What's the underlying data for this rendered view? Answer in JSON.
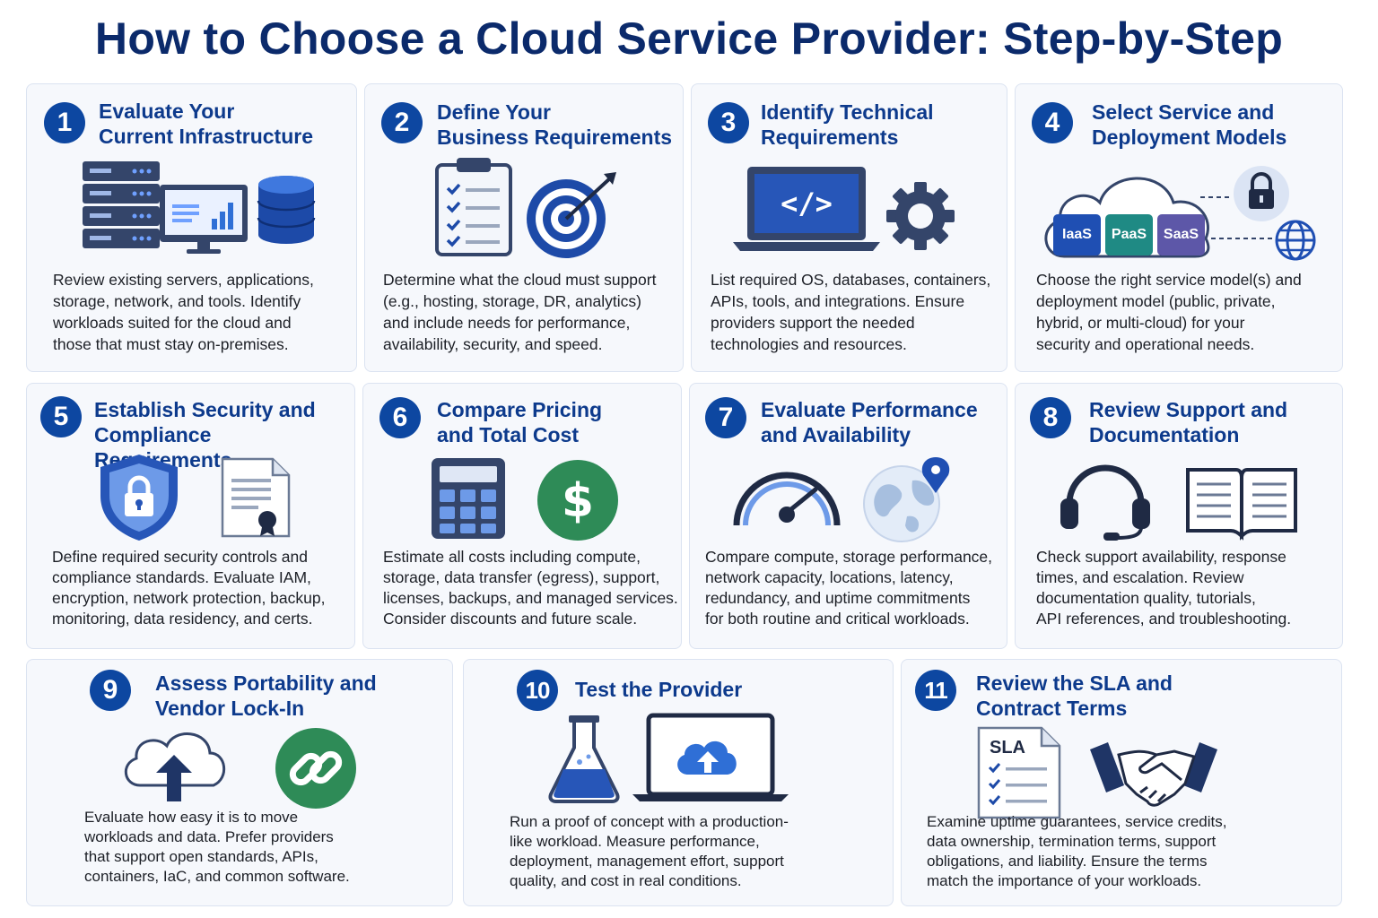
{
  "title": "How to Choose a Cloud Service Provider: Step-by-Step",
  "colors": {
    "title": "#0b2a6b",
    "accent": "#0d47a1",
    "heading": "#0d3a8c",
    "card_bg": "#f6f8fc",
    "card_border": "#dbe3f1",
    "green": "#2e8b57"
  },
  "steps": [
    {
      "number": "1",
      "heading": "Evaluate Your\nCurrent Infrastructure",
      "icons": [
        "server-rack-icon",
        "monitor-chart-icon",
        "database-icon"
      ],
      "lines": [
        "Review existing servers, applications,",
        "storage, network, and tools. Identify",
        "workloads suited for the cloud and",
        "those that must stay on-premises."
      ]
    },
    {
      "number": "2",
      "heading": "Define Your\nBusiness Requirements",
      "icons": [
        "checklist-clipboard-icon",
        "target-icon"
      ],
      "lines": [
        "Determine what the cloud must support",
        "(e.g., hosting, storage, DR, analytics)",
        "and include needs for performance,",
        "availability, security, and speed."
      ]
    },
    {
      "number": "3",
      "heading": "Identify Technical\nRequirements",
      "icons": [
        "laptop-code-icon",
        "gear-icon"
      ],
      "code_symbol": "</>",
      "lines": [
        "List required OS, databases, containers,",
        "APIs, tools, and integrations. Ensure",
        "providers support the needed",
        "technologies and resources."
      ]
    },
    {
      "number": "4",
      "heading": "Select Service and\nDeployment Models",
      "icons": [
        "cloud-icon",
        "lock-icon",
        "globe-icon"
      ],
      "models": [
        "IaaS",
        "PaaS",
        "SaaS"
      ],
      "lines": [
        "Choose the right service model(s) and",
        "deployment model (public, private,",
        "hybrid, or multi-cloud) for your",
        "security and operational needs."
      ]
    },
    {
      "number": "5",
      "heading": "Establish Security and\nCompliance Requirements",
      "icons": [
        "shield-lock-icon",
        "certificate-icon"
      ],
      "lines": [
        "Define required security controls and",
        "compliance standards. Evaluate IAM,",
        "encryption, network protection, backup,",
        "monitoring, data residency, and certs."
      ]
    },
    {
      "number": "6",
      "heading": "Compare Pricing\nand Total Cost",
      "icons": [
        "calculator-icon",
        "dollar-coin-icon"
      ],
      "currency_symbol": "$",
      "lines": [
        "Estimate all costs including compute,",
        "storage, data transfer (egress), support,",
        "licenses, backups, and managed services.",
        "Consider discounts and future scale."
      ]
    },
    {
      "number": "7",
      "heading": "Evaluate Performance\nand Availability",
      "icons": [
        "speedometer-icon",
        "globe-pin-icon"
      ],
      "lines": [
        "Compare compute, storage performance,",
        "network capacity, locations, latency,",
        "redundancy, and uptime commitments",
        "for both routine and critical workloads."
      ]
    },
    {
      "number": "8",
      "heading": "Review Support and\nDocumentation",
      "icons": [
        "headset-icon",
        "open-book-icon"
      ],
      "lines": [
        "Check support availability, response",
        "times, and escalation. Review",
        "documentation quality, tutorials,",
        "API references, and troubleshooting."
      ]
    },
    {
      "number": "9",
      "heading": "Assess Portability and\nVendor Lock-In",
      "icons": [
        "cloud-upload-icon",
        "chain-link-icon"
      ],
      "lines": [
        "Evaluate how easy it is to move",
        "workloads and data. Prefer providers",
        "that support open standards, APIs,",
        "containers, IaC, and common software."
      ]
    },
    {
      "number": "10",
      "heading": "Test the Provider",
      "icons": [
        "flask-icon",
        "laptop-cloud-icon"
      ],
      "lines": [
        "Run a proof of concept with a production-",
        "like workload. Measure performance,",
        "deployment, management effort, support",
        "quality, and cost in real conditions."
      ]
    },
    {
      "number": "11",
      "heading": "Review the SLA and\nContract Terms",
      "icons": [
        "sla-document-icon",
        "handshake-icon"
      ],
      "doc_label": "SLA",
      "lines": [
        "Examine uptime guarantees, service credits,",
        "data ownership, termination terms, support",
        "obligations, and liability. Ensure the terms",
        "match the importance of your workloads."
      ]
    }
  ]
}
